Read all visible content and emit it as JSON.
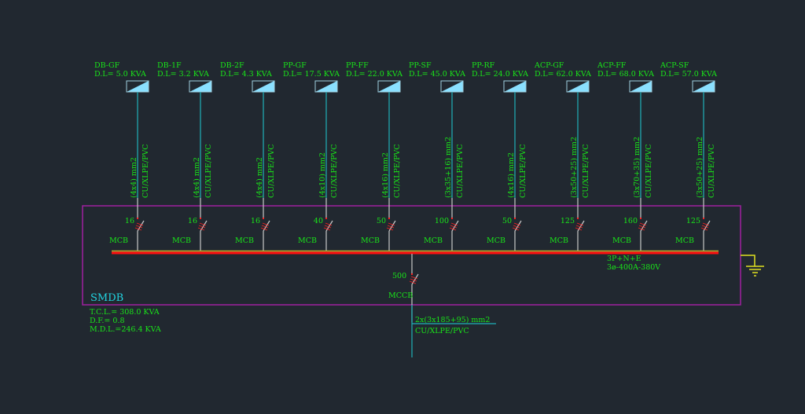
{
  "panel": {
    "name": "SMDB",
    "tcl": "T.C.L.=  308.0  KVA",
    "df": "D.F.=    0.8",
    "mdl": "M.D.L.=246.4  KVA"
  },
  "busbar": {
    "line1": "3P+N+E",
    "line2": "3ø-400A-380V"
  },
  "main": {
    "rating": "500",
    "type": "MCCB",
    "cable_size": "2x(3x185+95) mm2",
    "cable_type": "CU/XLPE/PVC"
  },
  "colors": {
    "bg": "#212830",
    "text": "#19e619",
    "cyan": "#22d3e0",
    "purple": "#a020a0",
    "red": "#ff1010",
    "yellow": "#c8c820"
  },
  "feeders": [
    {
      "name": "DB-GF",
      "load": "D.L= 5.0  KVA",
      "cable_size": "(4x4)  mm2",
      "cable_type": "CU/XLPE/PVC",
      "rating": "16",
      "type": "MCB"
    },
    {
      "name": "DB-1F",
      "load": "D.L= 3.2  KVA",
      "cable_size": "(4x4)  mm2",
      "cable_type": "CU/XLPE/PVC",
      "rating": "16",
      "type": "MCB"
    },
    {
      "name": "DB-2F",
      "load": "D.L= 4.3  KVA",
      "cable_size": "(4x4)  mm2",
      "cable_type": "CU/XLPE/PVC",
      "rating": "16",
      "type": "MCB"
    },
    {
      "name": "PP-GF",
      "load": "D.L= 17.5  KVA",
      "cable_size": "(4x10)  mm2",
      "cable_type": "CU/XLPE/PVC",
      "rating": "40",
      "type": "MCB"
    },
    {
      "name": "PP-FF",
      "load": "D.L= 22.0  KVA",
      "cable_size": "(4x16)  mm2",
      "cable_type": "CU/XLPE/PVC",
      "rating": "50",
      "type": "MCB"
    },
    {
      "name": "PP-SF",
      "load": "D.L= 45.0  KVA",
      "cable_size": "(3x35+16)  mm2",
      "cable_type": "CU/XLPE/PVC",
      "rating": "100",
      "type": "MCB"
    },
    {
      "name": "PP-RF",
      "load": "D.L= 24.0  KVA",
      "cable_size": "(4x16)  mm2",
      "cable_type": "CU/XLPE/PVC",
      "rating": "50",
      "type": "MCB"
    },
    {
      "name": "ACP-GF",
      "load": "D.L= 62.0  KVA",
      "cable_size": "(3x50+25)  mm2",
      "cable_type": "CU/XLPE/PVC",
      "rating": "125",
      "type": "MCB"
    },
    {
      "name": "ACP-FF",
      "load": "D.L= 68.0  KVA",
      "cable_size": "(3x70+35)  mm2",
      "cable_type": "CU/XLPE/PVC",
      "rating": "160",
      "type": "MCB"
    },
    {
      "name": "ACP-SF",
      "load": "D.L= 57.0  KVA",
      "cable_size": "(3x50+25)  mm2",
      "cable_type": "CU/XLPE/PVC",
      "rating": "125",
      "type": "MCB"
    }
  ]
}
